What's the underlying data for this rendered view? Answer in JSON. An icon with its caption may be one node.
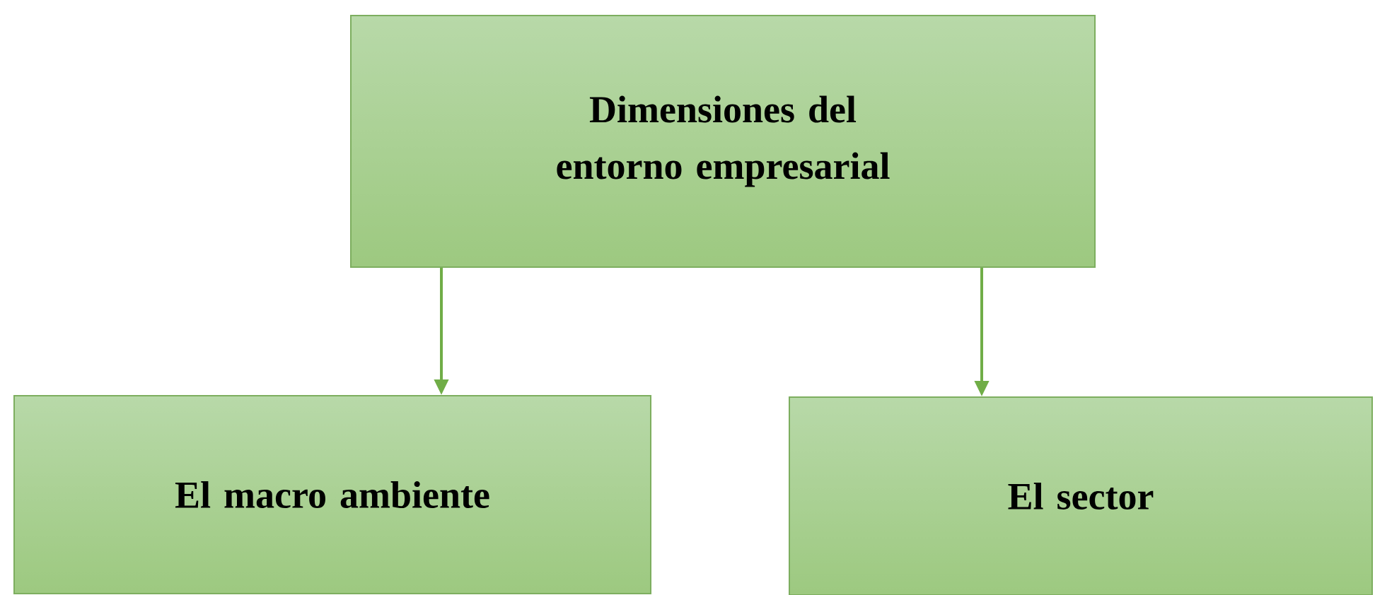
{
  "diagram": {
    "nodes": [
      {
        "text": [
          "Dimensiones del entorno empresarial"
        ]
      },
      {
        "text": [
          "El macro ambiente"
        ]
      },
      {
        "text": [
          "El sector"
        ]
      }
    ],
    "edges": [
      {
        "from": 0,
        "to": 1,
        "arrow": "to"
      },
      {
        "from": 0,
        "to": 2,
        "arrow": "to"
      }
    ]
  }
}
